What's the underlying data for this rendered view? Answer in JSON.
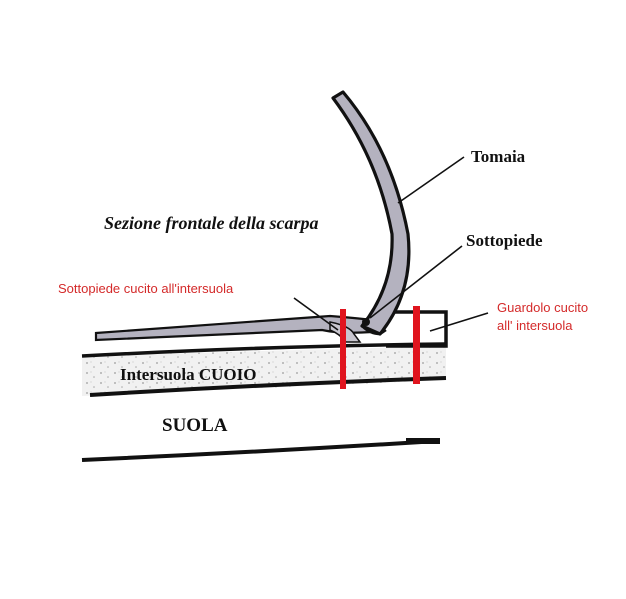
{
  "diagram": {
    "title": "Sezione frontale della scarpa",
    "labels": {
      "tomaia": "Tomaia",
      "sottopiede": "Sottopiede",
      "sottopiede_cucito": "Sottopiede cucito all'intersuola",
      "guardolo_line1": "Guardolo cucito",
      "guardolo_line2": "all' intersuola",
      "intersuola": "Intersuola CUOIO",
      "suola": "SUOLA"
    },
    "colors": {
      "ink": "#111111",
      "stitch": "#e0141e",
      "stitch_label": "#d42a2a",
      "upper_fill": "#b4b2bf",
      "midsole_fill": "#f1f1f1",
      "speckle": "#9a9a9a"
    }
  }
}
